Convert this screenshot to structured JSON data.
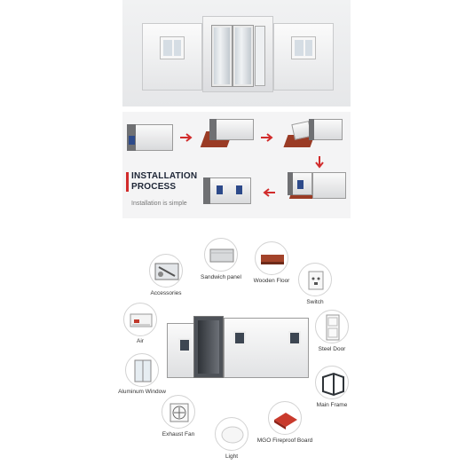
{
  "process": {
    "title_line1": "INSTALLATION",
    "title_line2": "PROCESS",
    "subtitle": "Installation is simple"
  },
  "components": [
    {
      "key": "accessories",
      "label": "Accessories",
      "icon": "accessories-icon"
    },
    {
      "key": "sandwich_panel",
      "label": "Sandwich panel",
      "icon": "sandwich-panel-icon"
    },
    {
      "key": "wooden_floor",
      "label": "Wooden Floor",
      "icon": "wooden-floor-icon"
    },
    {
      "key": "switch",
      "label": "Switch",
      "icon": "switch-icon"
    },
    {
      "key": "air",
      "label": "Air",
      "icon": "air-conditioner-icon"
    },
    {
      "key": "steel_door",
      "label": "Steel Door",
      "icon": "steel-door-icon"
    },
    {
      "key": "aluminum_window",
      "label": "Aluminum Window",
      "icon": "aluminum-window-icon"
    },
    {
      "key": "main_frame",
      "label": "Main Frame",
      "icon": "main-frame-icon"
    },
    {
      "key": "exhaust_fan",
      "label": "Exhaust Fan",
      "icon": "exhaust-fan-icon"
    },
    {
      "key": "mgo_board",
      "label": "MGO Fireproof Board",
      "icon": "mgo-board-icon"
    },
    {
      "key": "light",
      "label": "Light",
      "icon": "light-icon"
    }
  ],
  "colors": {
    "accent_red": "#d12b2b",
    "title_navy": "#1d2536",
    "floor_brown": "#9a3b25"
  }
}
